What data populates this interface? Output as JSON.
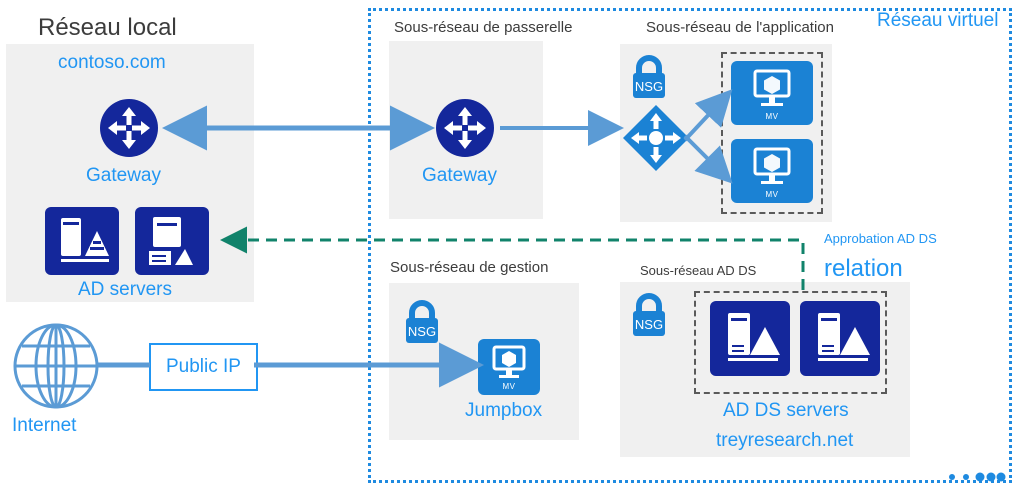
{
  "diagram": {
    "title": "Azure hybrid AD DS reference architecture (French)",
    "colors": {
      "accent_blue": "#2196f3",
      "vnet_border": "#1e8ae0",
      "dark_navy": "#14279b",
      "tile_blue": "#1b82d4",
      "trust_green": "#11836b",
      "arrow_blue": "#5b9bd5",
      "panel_gray": "#f0f0f0",
      "text_dark": "#3c3c3c"
    }
  },
  "onprem": {
    "title": "Réseau local",
    "domain": "contoso.com",
    "gateway_label": "Gateway",
    "ad_servers_label": "AD servers",
    "gateway_icon": "router-icon",
    "ad_server_icon": "ad-server-icon"
  },
  "internet": {
    "label": "Internet",
    "icon": "globe-icon",
    "public_ip_label": "Public IP"
  },
  "vnet": {
    "label": "Réseau virtuel",
    "subnets": [
      {
        "id": "gateway-subnet",
        "label": "Sous-réseau de passerelle",
        "gateway_label": "Gateway",
        "gateway_icon": "router-icon"
      },
      {
        "id": "application-subnet",
        "label": "Sous-réseau de l'application",
        "nsg_label": "NSG",
        "nsg_icon": "lock-icon",
        "load_balancer_icon": "load-balancer-icon",
        "vms": [
          {
            "caption": "MV",
            "icon": "vm-icon"
          },
          {
            "caption": "MV",
            "icon": "vm-icon"
          }
        ]
      },
      {
        "id": "management-subnet",
        "label": "Sous-réseau de gestion",
        "nsg_label": "NSG",
        "nsg_icon": "lock-icon",
        "jumpbox_label": "Jumpbox",
        "jumpbox_caption": "MV",
        "jumpbox_icon": "vm-icon"
      },
      {
        "id": "adds-subnet",
        "label": "Sous-réseau AD DS",
        "nsg_label": "NSG",
        "nsg_icon": "lock-icon",
        "servers_label": "AD DS servers",
        "servers_domain": "treyresearch.net",
        "server_icon": "ad-server-icon",
        "server_count": 2
      }
    ]
  },
  "trust": {
    "label_line1": "Approbation AD DS",
    "label_line2": "relation",
    "style": "dashed-green-arrow"
  }
}
